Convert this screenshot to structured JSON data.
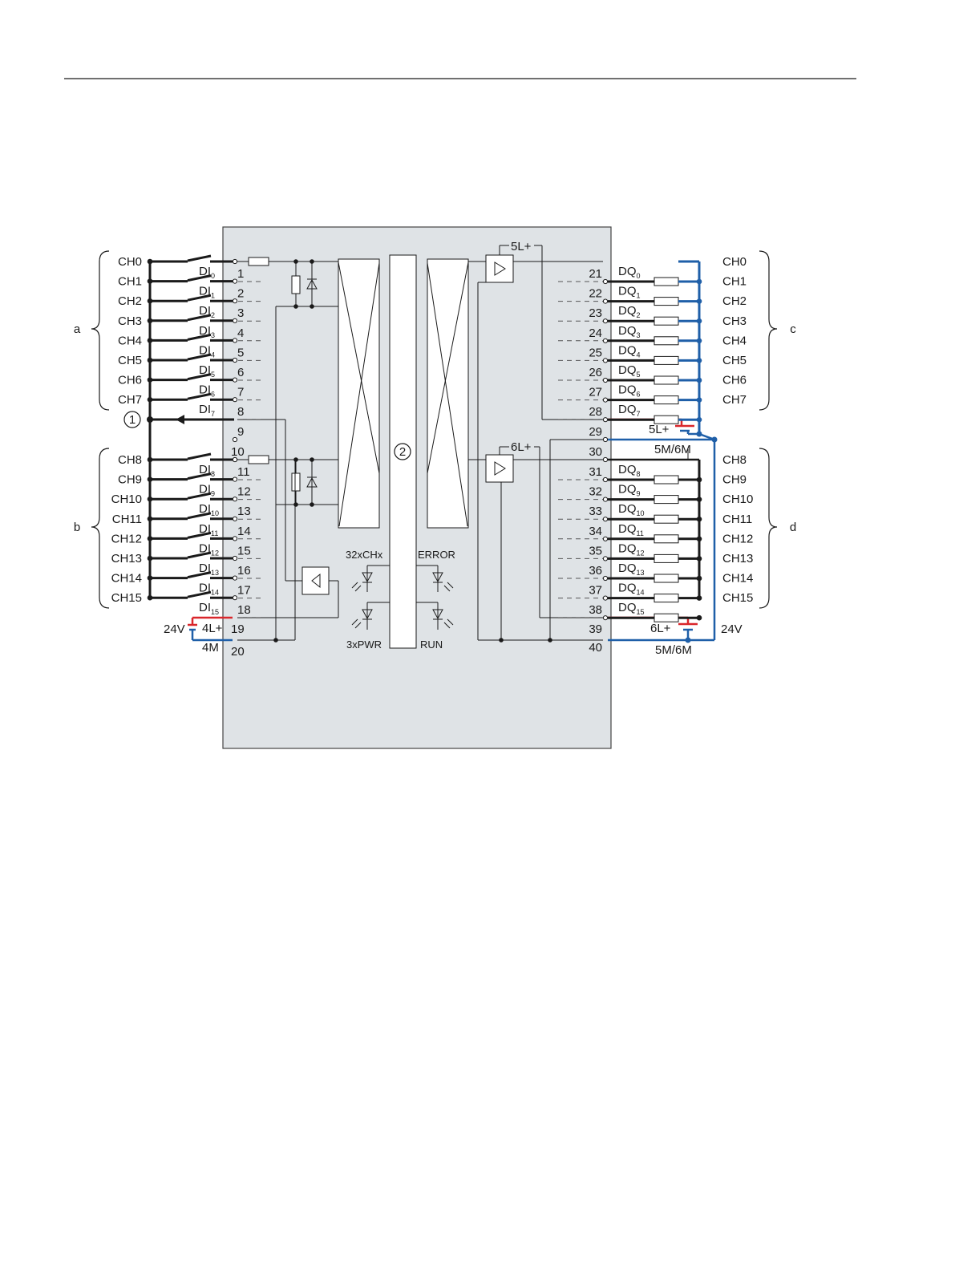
{
  "colors": {
    "module_fill": "#dfe3e6",
    "wire": "#1a1a1a",
    "supply_pos": "#d9262b",
    "supply_neg": "#1f5fa8"
  },
  "groups": {
    "a": "a",
    "b": "b",
    "c": "c",
    "d": "d"
  },
  "inputs": {
    "channels": [
      "CH0",
      "CH1",
      "CH2",
      "CH3",
      "CH4",
      "CH5",
      "CH6",
      "CH7",
      "CH8",
      "CH9",
      "CH10",
      "CH11",
      "CH12",
      "CH13",
      "CH14",
      "CH15"
    ],
    "pins": [
      "1",
      "2",
      "3",
      "4",
      "5",
      "6",
      "7",
      "8",
      "11",
      "12",
      "13",
      "14",
      "15",
      "16",
      "17",
      "18"
    ],
    "dis": [
      "0",
      "1",
      "2",
      "3",
      "4",
      "5",
      "6",
      "7",
      "8",
      "9",
      "10",
      "11",
      "12",
      "13",
      "14",
      "15"
    ],
    "di_prefix": "DI"
  },
  "outputs": {
    "channels": [
      "CH0",
      "CH1",
      "CH2",
      "CH3",
      "CH4",
      "CH5",
      "CH6",
      "CH7",
      "CH8",
      "CH9",
      "CH10",
      "CH11",
      "CH12",
      "CH13",
      "CH14",
      "CH15"
    ],
    "pins": [
      "21",
      "22",
      "23",
      "24",
      "25",
      "26",
      "27",
      "28",
      "31",
      "32",
      "33",
      "34",
      "35",
      "36",
      "37",
      "38"
    ],
    "dqs": [
      "0",
      "1",
      "2",
      "3",
      "4",
      "5",
      "6",
      "7",
      "8",
      "9",
      "10",
      "11",
      "12",
      "13",
      "14",
      "15"
    ],
    "dq_prefix": "DQ"
  },
  "pin_extra": {
    "p9": "9",
    "p10": "10",
    "p19": "19",
    "p20": "20",
    "p29": "29",
    "p30": "30",
    "p39": "39",
    "p40": "40"
  },
  "supply_labels": {
    "left_24v": "24V",
    "left_4lp": "4L+",
    "left_4m": "4M",
    "right_24v": "24V",
    "l5_top": "5L+",
    "l6_top": "6L+",
    "l5_bat": "5L+",
    "l6_bat": "6L+",
    "m56_top": "5M/6M",
    "m56_bottom": "5M/6M"
  },
  "markers": {
    "m1": "1",
    "m2": "2"
  },
  "leds": {
    "ch": "32xCHx",
    "error": "ERROR",
    "pwr": "3xPWR",
    "run": "RUN"
  }
}
